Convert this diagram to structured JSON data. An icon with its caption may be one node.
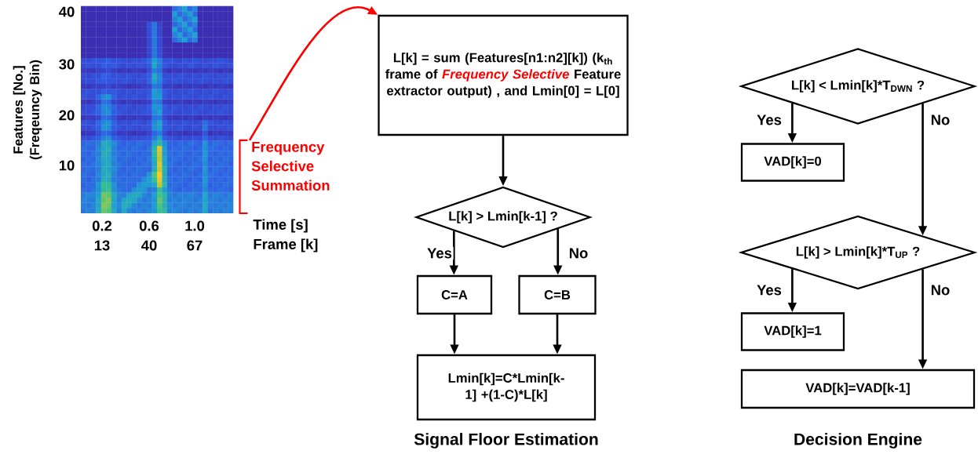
{
  "diagram": {
    "nodes": [
      {
        "text": [
          "Frequency Selective Summation"
        ]
      },
      {
        "text": [
          "L[k] = sum (Features[n1:n2][k]) (k$_{th}$ frame of *Frequency Selective* Feature extractor output) , and Lmin[0] = L[0]"
        ]
      },
      {
        "text": [
          "L[k] > Lmin[k-1] ?"
        ]
      },
      {
        "text": [
          "C=A"
        ]
      },
      {
        "text": [
          "C=B"
        ]
      },
      {
        "text": [
          "Lmin[k]=C*Lmin[k-1] +(1-C)*L[k]"
        ]
      },
      {
        "text": [
          "L[k] < Lmin[k]*T$_{DWN}$ ?"
        ]
      },
      {
        "text": [
          "VAD[k]=0"
        ]
      },
      {
        "text": [
          "L[k] > Lmin[k]*T$_{UP}$ ?"
        ]
      },
      {
        "text": [
          "VAD[k]=1"
        ]
      },
      {
        "text": [
          "VAD[k]=VAD[k-1]"
        ]
      }
    ],
    "edges": [
      {
        "from": 0,
        "to": 1,
        "arrow": "to",
        "color": "#ff0000"
      },
      {
        "from": 1,
        "to": 2,
        "arrow": "to"
      },
      {
        "from": 2,
        "to": 3,
        "arrow": "to",
        "label": "Yes"
      },
      {
        "from": 2,
        "to": 4,
        "arrow": "to",
        "label": "No"
      },
      {
        "from": 3,
        "to": 5,
        "arrow": "to"
      },
      {
        "from": 4,
        "to": 5,
        "arrow": "to"
      },
      {
        "from": 6,
        "to": 7,
        "arrow": "to",
        "label": "Yes"
      },
      {
        "from": 6,
        "to": 8,
        "arrow": "to",
        "label": "No"
      },
      {
        "from": 8,
        "to": 9,
        "arrow": "to",
        "label": "Yes"
      },
      {
        "from": 8,
        "to": 10,
        "arrow": "to",
        "label": "No"
      }
    ],
    "labels": [
      "40",
      "30",
      "Features [No.] (Freqeuncy Bin)",
      "20",
      "10",
      "0.2",
      "0.6",
      "1.0",
      "Time [s]",
      "13",
      "40",
      "67",
      "Frame [k]",
      "Signal Floor Estimation",
      "Decision Engine"
    ]
  }
}
